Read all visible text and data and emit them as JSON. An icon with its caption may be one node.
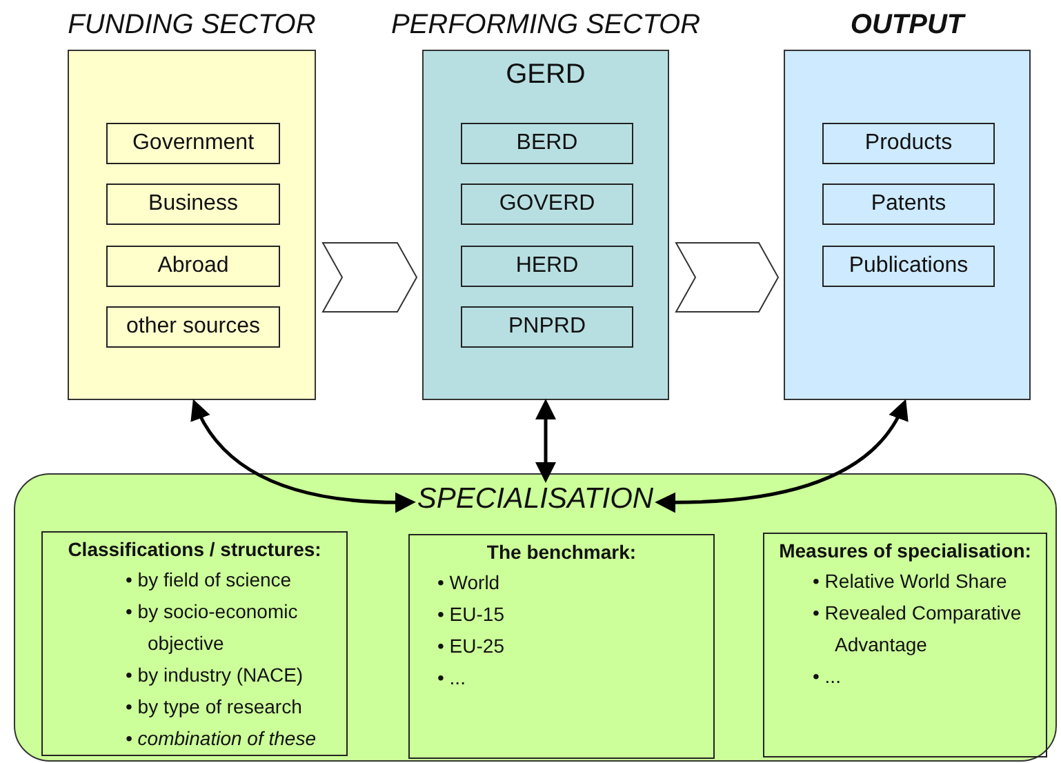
{
  "diagram": {
    "nodes": [
      {
        "text": [
          "FUNDING SECTOR"
        ]
      },
      {
        "text": [
          "Government"
        ],
        "in": 0
      },
      {
        "text": [
          "Business"
        ],
        "in": 0
      },
      {
        "text": [
          "Abroad"
        ],
        "in": 0
      },
      {
        "text": [
          "other sources"
        ],
        "in": 0
      },
      {
        "text": [
          "PERFORMING SECTOR",
          "GERD"
        ]
      },
      {
        "text": [
          "BERD"
        ],
        "in": 5
      },
      {
        "text": [
          "GOVERD"
        ],
        "in": 5
      },
      {
        "text": [
          "HERD"
        ],
        "in": 5
      },
      {
        "text": [
          "PNPRD"
        ],
        "in": 5
      },
      {
        "text": [
          "OUTPUT"
        ]
      },
      {
        "text": [
          "Products"
        ],
        "in": 10
      },
      {
        "text": [
          "Patents"
        ],
        "in": 10
      },
      {
        "text": [
          "Publications"
        ],
        "in": 10
      },
      {
        "text": [
          "SPECIALISATION"
        ]
      },
      {
        "text": [
          "Classifications / structures:",
          "• by field of science",
          "• by socio-economic objective",
          "• by industry (NACE)",
          "• by type of research",
          "• combination of these"
        ],
        "in": 14
      },
      {
        "text": [
          "The benchmark:",
          "• World",
          "• EU-15",
          "• EU-25",
          "• ..."
        ],
        "in": 14
      },
      {
        "text": [
          "Measures of specialisation:",
          "• Relative World Share",
          "• Revealed Comparative Advantage",
          "• ..."
        ],
        "in": 14
      }
    ],
    "edges": [
      {
        "from": 0,
        "to": 5,
        "arrow": "to"
      },
      {
        "from": 5,
        "to": 10,
        "arrow": "to"
      },
      {
        "from": 0,
        "to": 14,
        "arrow": "both"
      },
      {
        "from": 5,
        "to": 14,
        "arrow": "both"
      },
      {
        "from": 10,
        "to": 14,
        "arrow": "both"
      }
    ]
  }
}
